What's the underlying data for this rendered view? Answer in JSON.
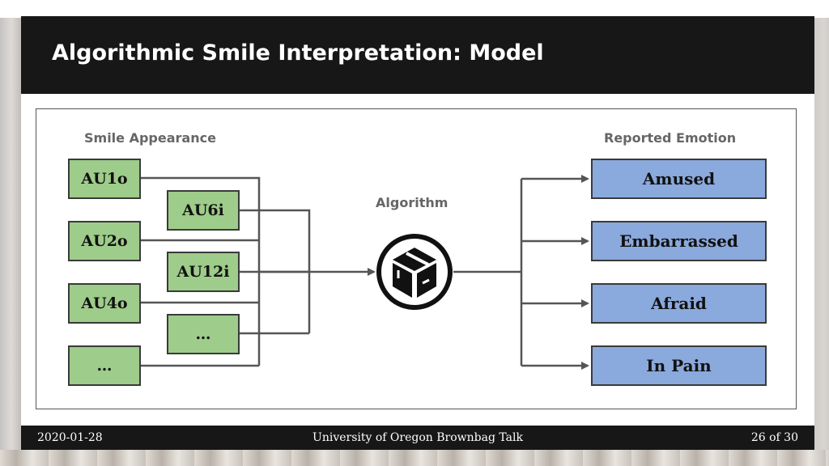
{
  "slide": {
    "title": "Algorithmic Smile Interpretation: Model"
  },
  "diagram": {
    "left_header": "Smile Appearance",
    "middle_header": "Algorithm",
    "right_header": "Reported Emotion",
    "inputs_outer": [
      "AU1o",
      "AU2o",
      "AU4o",
      "…"
    ],
    "inputs_inner": [
      "AU6i",
      "AU12i",
      "…"
    ],
    "algorithm_icon": "black-box-cube-icon",
    "outputs": [
      "Amused",
      "Embarrassed",
      "Afraid",
      "In Pain"
    ],
    "colors": {
      "input_fill": "#9ecc8a",
      "output_fill": "#8aa9dc",
      "connector": "#555555"
    }
  },
  "footer": {
    "date": "2020-01-28",
    "event": "University of Oregon Brownbag Talk",
    "page": "26 of 30"
  }
}
